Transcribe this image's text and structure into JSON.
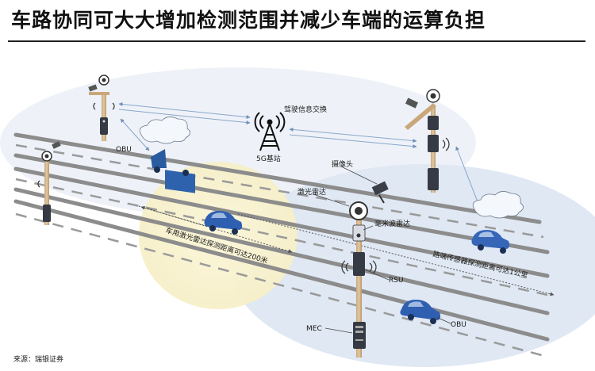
{
  "title": "车路协同可大大增加检测范围并减少车端的运算负担",
  "source": "来源：瑞银证券",
  "labels": {
    "v2x_exchange": "驾驶信息交换",
    "base_station": "5G基站",
    "obu_left": "OBU",
    "camera": "摄像头",
    "lidar": "激光雷达",
    "mmwave_radar": "毫米波雷达",
    "vehicle_lidar_range": "车用激光雷达探测距离可达200米",
    "roadside_sensor_range": "路端传感器探测距离可达1公里",
    "rsu": "RSU",
    "mec": "MEC",
    "obu_right": "OBU"
  },
  "colors": {
    "road": "#8c8c8c",
    "vehicle_lidar_zone": "#f7f1cf",
    "roadside_zone": "#dfe8f3",
    "car_blue": "#2f5fb0",
    "truck_blue": "#2e62ad",
    "pole": "#d4b489",
    "signal_box": "#353a44"
  }
}
